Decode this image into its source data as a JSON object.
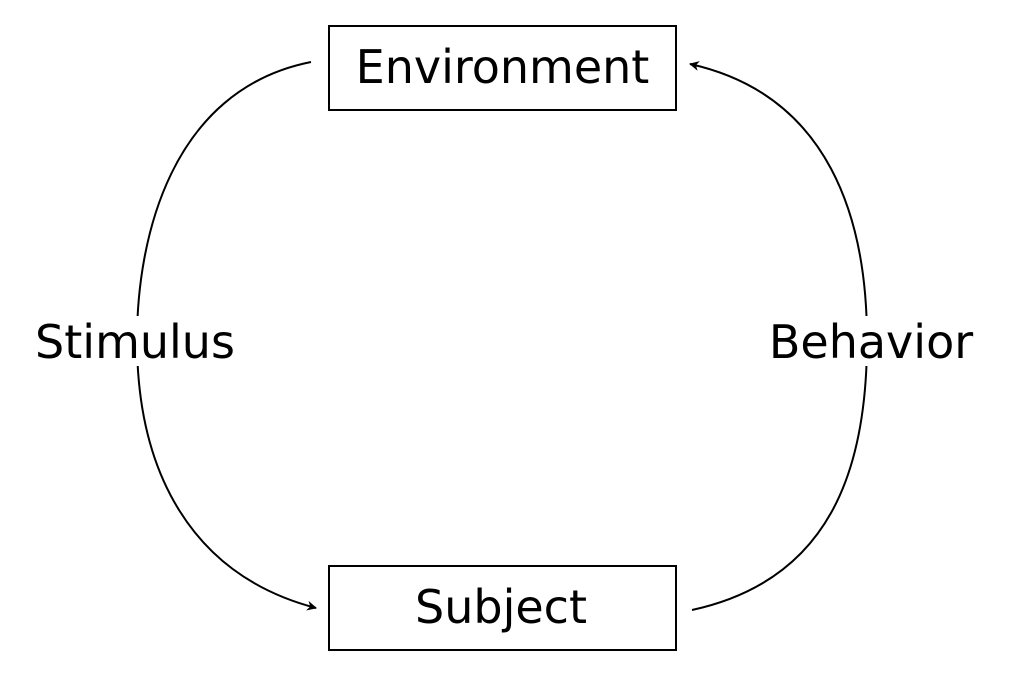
{
  "nodes": {
    "environment": {
      "label": "Environment"
    },
    "subject": {
      "label": "Subject"
    }
  },
  "edges": {
    "stimulus": {
      "label": "Stimulus",
      "from": "Environment",
      "to": "Subject"
    },
    "behavior": {
      "label": "Behavior",
      "from": "Subject",
      "to": "Environment"
    }
  },
  "colors": {
    "stroke": "#000000",
    "background": "#ffffff"
  }
}
